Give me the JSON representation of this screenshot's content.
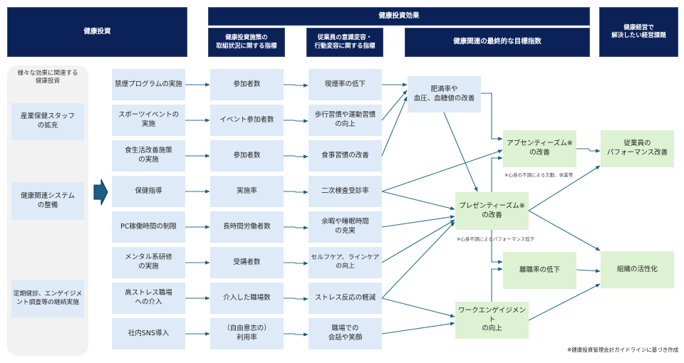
{
  "headers": {
    "investment": "健康投資",
    "effect": "健康投資効果",
    "effect_sub": [
      "健康投資施策の\n取組状況に関する指標",
      "従業員の意識変容・\n行動変容に関する指標",
      "健康関連の最終的な目標指数"
    ],
    "management": "健康経営で\n解決したい経営課題"
  },
  "left_panel": {
    "title": "様々な効果に関連する\n健康投資",
    "items": [
      "産業保健スタッフ\nの拡充",
      "健康関連システム\nの整備",
      "定期健診、エンゲイジメ\nント調査等の継続実施"
    ]
  },
  "rows": [
    {
      "measure": "禁煙プログラムの実施",
      "indicator": "参加者数",
      "behavior": "喫煙率の低下"
    },
    {
      "measure": "スポーツイベントの\n実施",
      "indicator": "イベント参加者数",
      "behavior": "歩行習慣や運動習慣\nの向上"
    },
    {
      "measure": "食生活改善施策\nの実施",
      "indicator": "参加者数",
      "behavior": "食事習慣の改善"
    },
    {
      "measure": "保健指導",
      "indicator": "実施率",
      "behavior": "二次検査受診率"
    },
    {
      "measure": "PC稼働時間の制限",
      "indicator": "長時間労働者数",
      "behavior": "余暇や睡眠時間\nの充実"
    },
    {
      "measure": "メンタル系研修\nの実施",
      "indicator": "受講者数",
      "behavior": "セルフケア、ラインケア\nの向上"
    },
    {
      "measure": "高ストレス職場\nへの介入",
      "indicator": "介入した職場数",
      "behavior": "ストレス反応の軽減"
    },
    {
      "measure": "社内SNS導入",
      "indicator": "（自由意志の）\n利用率",
      "behavior": "職場での\n会話や笑顔"
    }
  ],
  "outcomes": {
    "obesity": "肥満率や\n血圧、血糖値の改善",
    "absenteeism": "アブセンティーズム※\nの改善",
    "absenteeism_note": "※心身の不調による欠勤、休業等",
    "presenteeism": "プレゼンティーズム※\nの改善",
    "presenteeism_note": "※心身不調によるパフォーマンス低下",
    "turnover": "離職率の低下",
    "engagement": "ワークエンゲイジメント\nの向上"
  },
  "goals": {
    "performance": "従業員の\nパフォーマンス改善",
    "organization": "組織の活性化"
  },
  "footnote": "※健康投資管理会計ガイドラインに基づき作成",
  "colors": {
    "header_navy": "#0b2259",
    "box_blue": "#deeaf7",
    "box_green": "#dcf2d3",
    "arrow": "#1f5f84",
    "panel_gray": "#f2f2f2"
  }
}
